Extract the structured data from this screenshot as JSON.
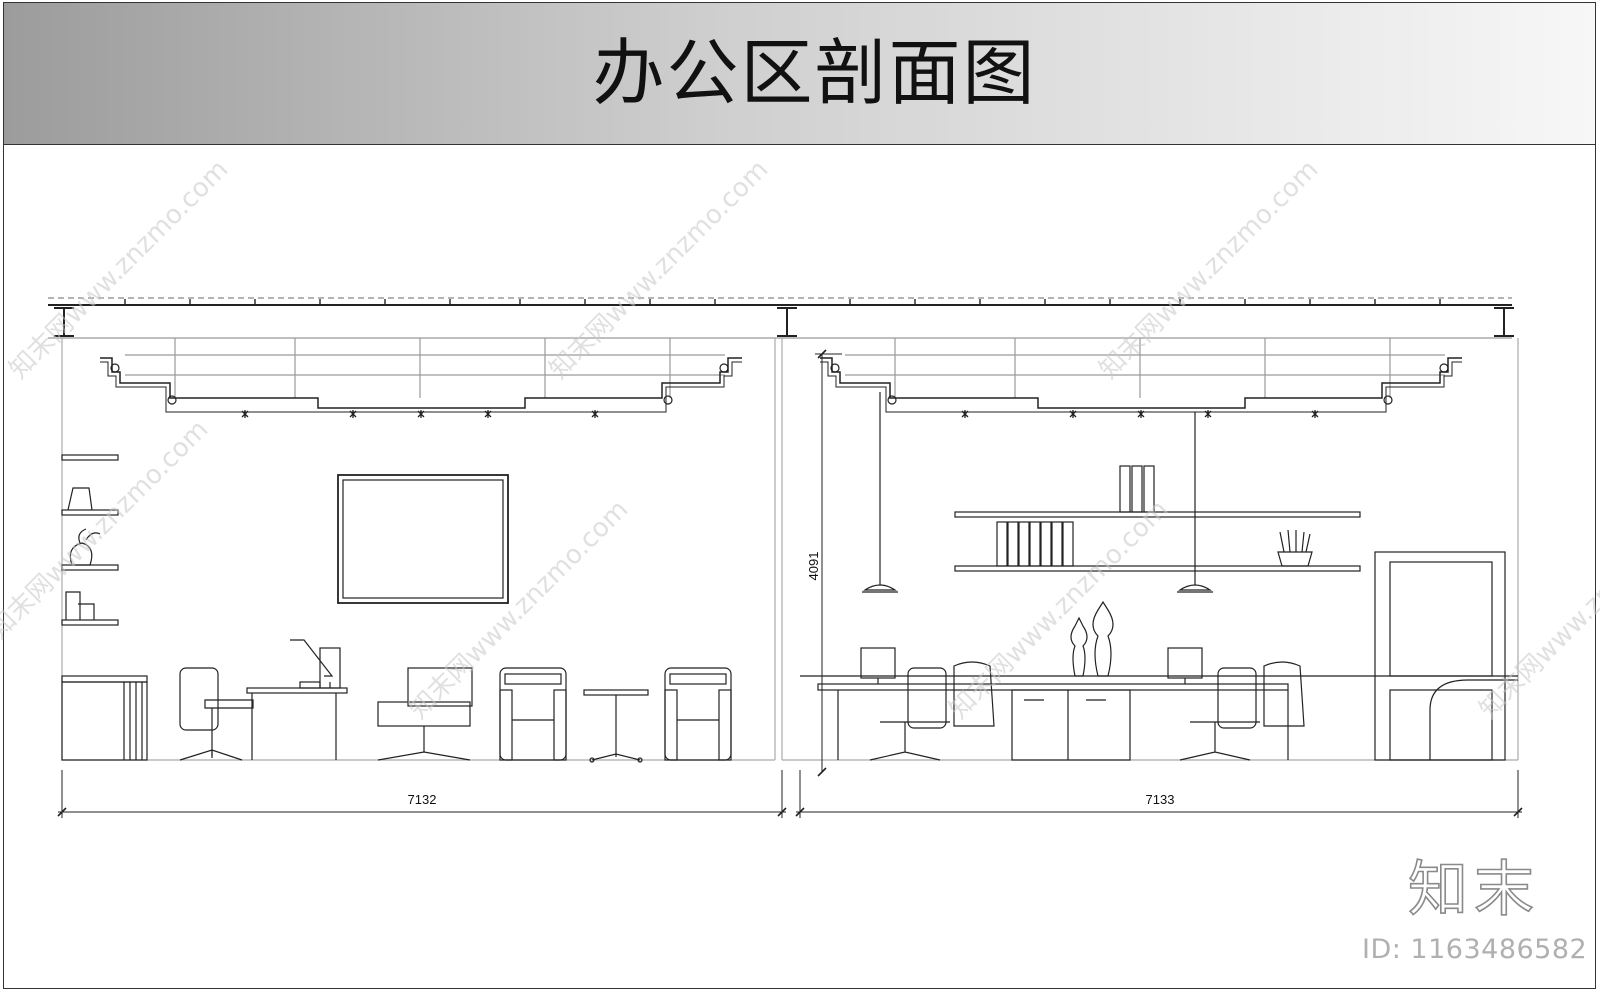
{
  "title": "办公区剖面图",
  "dimensions": {
    "left_width": "7132",
    "right_width": "7133",
    "height": "4091"
  },
  "watermark": {
    "text": "知末网www.znzmo.com",
    "brand": "知末",
    "id_label": "ID: 1163486582"
  },
  "colors": {
    "line": "#222222",
    "light_line": "#9a9a9a",
    "title_gradient_start": "#9c9c9c",
    "title_gradient_end": "#f7f7f7"
  }
}
